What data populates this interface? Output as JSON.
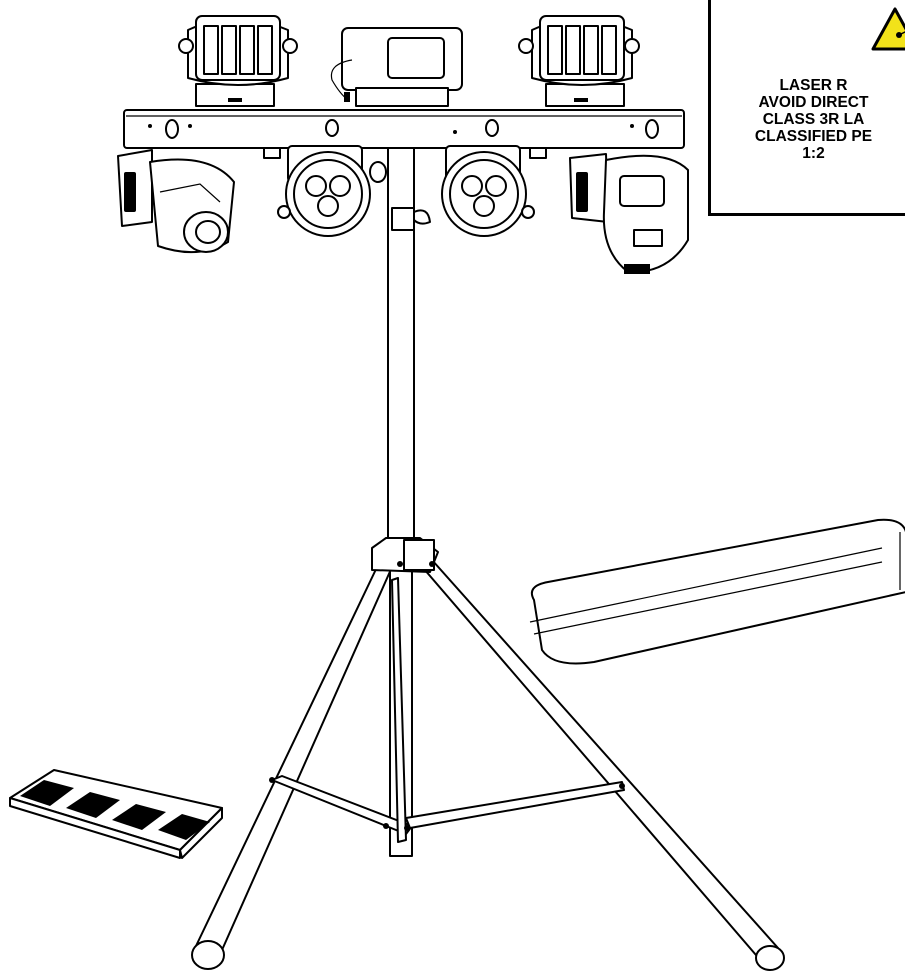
{
  "warning_label": {
    "lines": [
      "LASER R",
      "AVOID DIRECT",
      "CLASS 3R LA",
      "CLASSIFIED PE",
      "1:2"
    ],
    "symbol": "laser-warning-triangle-icon",
    "symbol_color": "#f2e21a"
  },
  "illustration": {
    "components": [
      "light-bar",
      "derby-light-left",
      "derby-light-right",
      "control-unit",
      "moving-head-left",
      "moving-head-right",
      "par-light-left",
      "par-light-right",
      "tripod-stand",
      "carry-bag",
      "foot-controller"
    ],
    "foot_controller_pedals": 4
  }
}
